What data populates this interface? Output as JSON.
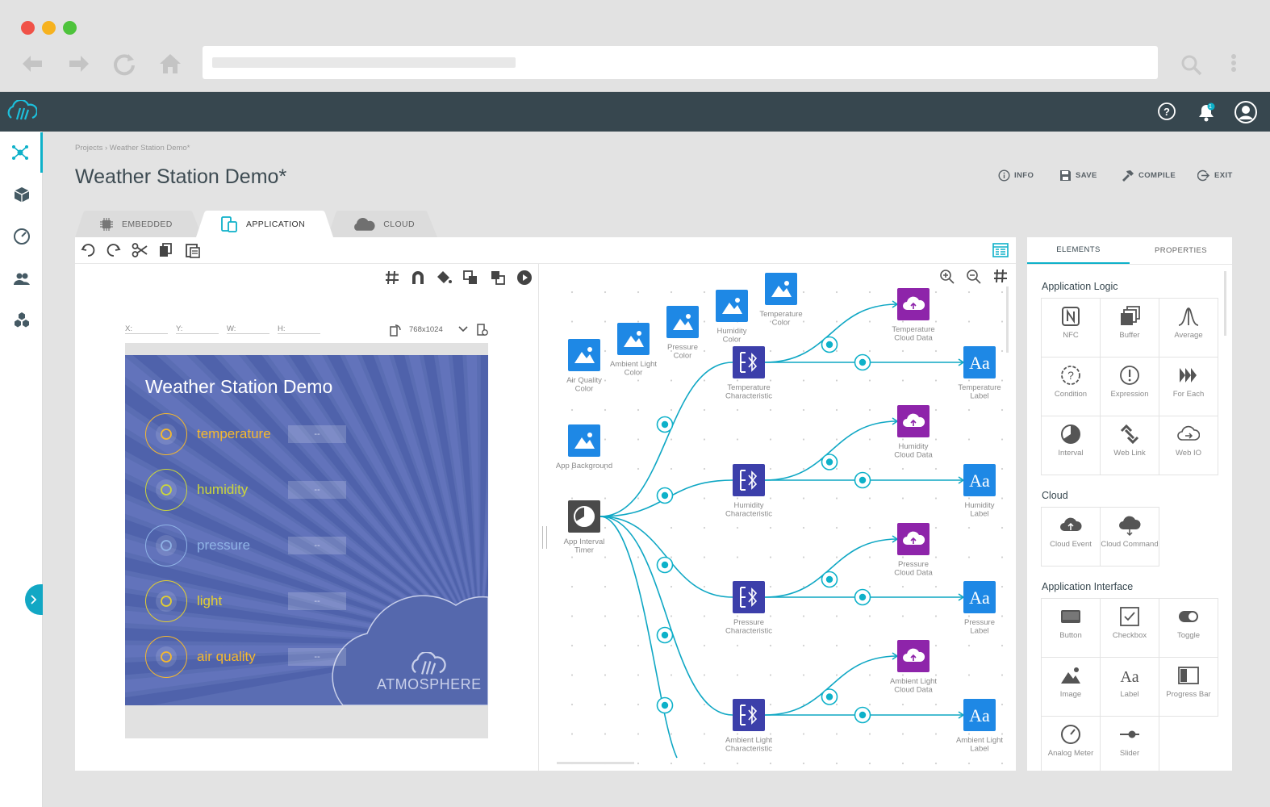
{
  "browser": {
    "address": ""
  },
  "breadcrumb": {
    "parent": "Projects",
    "separator": "›",
    "current": "Weather Station Demo*"
  },
  "page": {
    "title": "Weather Station Demo*"
  },
  "actions": {
    "info": "INFO",
    "save": "SAVE",
    "compile": "COMPILE",
    "exit": "EXIT"
  },
  "tabs": {
    "embedded": "EMBEDDED",
    "application": "APPLICATION",
    "cloud": "CLOUD"
  },
  "notifications": {
    "count": "1"
  },
  "design": {
    "x_label": "X:",
    "y_label": "Y:",
    "w_label": "W:",
    "h_label": "H:",
    "resolution": "768x1024"
  },
  "app_screen": {
    "title": "Weather Station Demo",
    "sensors": [
      {
        "label": "temperature",
        "value": "--",
        "color": "#f5b82e"
      },
      {
        "label": "humidity",
        "value": "--",
        "color": "#cbd63b"
      },
      {
        "label": "pressure",
        "value": "--",
        "color": "#8fb3e6"
      },
      {
        "label": "light",
        "value": "--",
        "color": "#e3cf31"
      },
      {
        "label": "air quality",
        "value": "--",
        "color": "#f5b82e"
      }
    ],
    "watermark": "ATMOSPHERE"
  },
  "flow": {
    "nodes": {
      "air_quality_color": [
        "Air Quality",
        "Color"
      ],
      "ambient_light_color": [
        "Ambient Light",
        "Color"
      ],
      "pressure_color": [
        "Pressure",
        "Color"
      ],
      "humidity_color": [
        "Humidity",
        "Color"
      ],
      "temperature_color": [
        "Temperature",
        "Color"
      ],
      "app_background": [
        "App Background"
      ],
      "app_interval_timer": [
        "App Interval",
        "Timer"
      ],
      "temperature_characteristic": [
        "Temperature",
        "Characteristic"
      ],
      "humidity_characteristic": [
        "Humidity",
        "Characteristic"
      ],
      "pressure_characteristic": [
        "Pressure",
        "Characteristic"
      ],
      "ambient_light_characteristic": [
        "Ambient Light",
        "Characteristic"
      ],
      "temperature_cloud_data": [
        "Temperature",
        "Cloud Data"
      ],
      "humidity_cloud_data": [
        "Humidity",
        "Cloud Data"
      ],
      "pressure_cloud_data": [
        "Pressure",
        "Cloud Data"
      ],
      "ambient_light_cloud_data": [
        "Ambient Light",
        "Cloud Data"
      ],
      "temperature_label": [
        "Temperature",
        "Label"
      ],
      "humidity_label": [
        "Humidity",
        "Label"
      ],
      "pressure_label": [
        "Pressure",
        "Label"
      ],
      "ambient_light_label": [
        "Ambient Light",
        "Label"
      ]
    }
  },
  "sidebar": {
    "tab_elements": "ELEMENTS",
    "tab_properties": "PROPERTIES",
    "sections": {
      "logic": {
        "title": "Application Logic",
        "items": [
          "NFC",
          "Buffer",
          "Average",
          "Condition",
          "Expression",
          "For Each",
          "Interval",
          "Web Link",
          "Web IO"
        ]
      },
      "cloud": {
        "title": "Cloud",
        "items": [
          "Cloud Event",
          "Cloud Command"
        ]
      },
      "interface": {
        "title": "Application Interface",
        "items": [
          "Button",
          "Checkbox",
          "Toggle",
          "Image",
          "Label",
          "Progress Bar",
          "Analog Meter",
          "Slider"
        ]
      }
    }
  },
  "colors": {
    "accent": "#0eb1c9",
    "header": "#37474f",
    "image_node": "#1e88e5",
    "ble_node": "#3c3faa",
    "cloud_node": "#8e24aa"
  }
}
